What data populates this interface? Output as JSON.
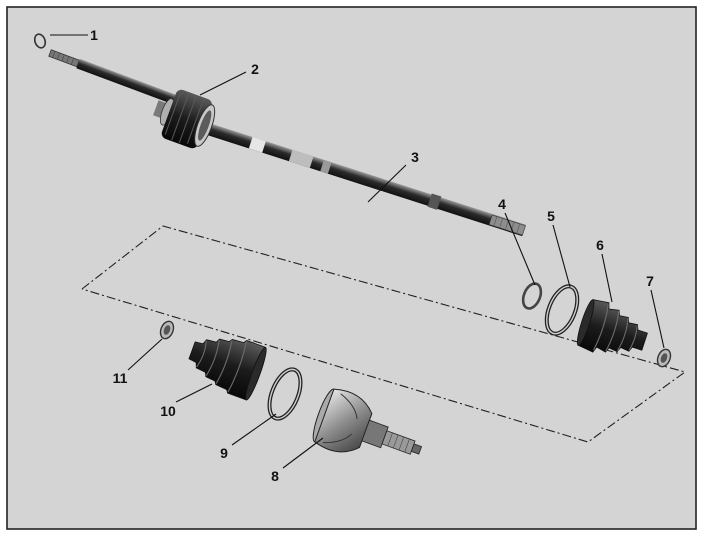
{
  "figure": {
    "background": "#d4d4d4",
    "frame_color": "#222222"
  },
  "callouts": [
    {
      "id": "1",
      "label": "1",
      "part": "circlip"
    },
    {
      "id": "2",
      "label": "2",
      "part": "inner-joint"
    },
    {
      "id": "3",
      "label": "3",
      "part": "drive-shaft"
    },
    {
      "id": "4",
      "label": "4",
      "part": "retaining-ring"
    },
    {
      "id": "5",
      "label": "5",
      "part": "boot-clamp-large"
    },
    {
      "id": "6",
      "label": "6",
      "part": "outer-boot"
    },
    {
      "id": "7",
      "label": "7",
      "part": "boot-clamp-small"
    },
    {
      "id": "8",
      "label": "8",
      "part": "outer-cv-joint"
    },
    {
      "id": "9",
      "label": "9",
      "part": "boot-clamp-large"
    },
    {
      "id": "10",
      "label": "10",
      "part": "inner-boot"
    },
    {
      "id": "11",
      "label": "11",
      "part": "boot-clamp-small"
    }
  ]
}
